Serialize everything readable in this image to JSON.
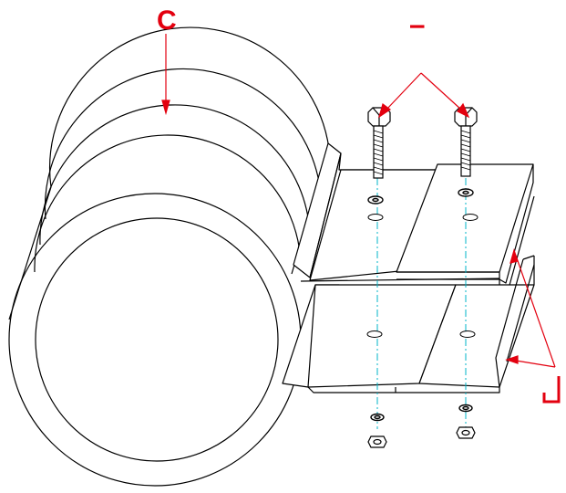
{
  "diagram": {
    "callouts": [
      {
        "id": "C",
        "label": "C"
      },
      {
        "id": "I",
        "label": "I"
      },
      {
        "id": "J",
        "label": "J"
      }
    ],
    "colors": {
      "line": "#000000",
      "callout": "#e3000f",
      "centerline": "#00b4c8",
      "background": "#ffffff"
    }
  }
}
